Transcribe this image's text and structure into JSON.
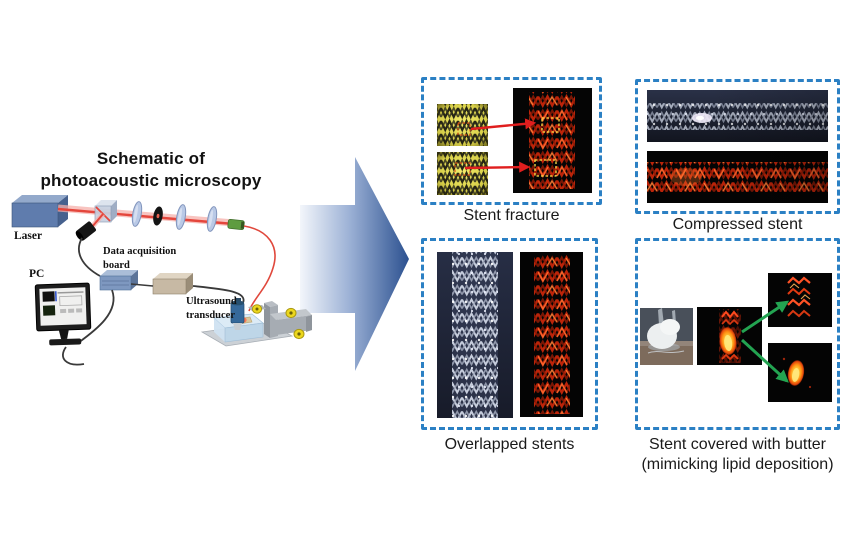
{
  "figure": {
    "title": {
      "line1": "Schematic of",
      "line2": "photoacoustic microscopy"
    },
    "schematic": {
      "laser_label": "Laser",
      "pc_label": "PC",
      "daq_label_line1": "Data acquisition",
      "daq_label_line2": "board",
      "transducer_label_line1": "Ultrasound",
      "transducer_label_line2": "transducer"
    },
    "panels": [
      {
        "id": "stent-fracture",
        "label": "Stent fracture"
      },
      {
        "id": "compressed-stent",
        "label": "Compressed stent"
      },
      {
        "id": "overlapped-stents",
        "label": "Overlapped stents"
      },
      {
        "id": "stent-covered-with-butter",
        "label": "Stent covered with butter",
        "sublabel": "(mimicking lipid deposition)"
      }
    ],
    "colors": {
      "panel_border_blue": "#2b80c4",
      "flow_arrow_dark_blue": "#2c5190",
      "flow_arrow_light_blue": "#f3f6fb",
      "photoacoustic_red": "#bc2409",
      "annotation_arrow_red": "#e01e1e",
      "annotation_arrow_green": "#23a351",
      "laser_beam_red": "#e4463c",
      "optics_lens_blue": "#b9c9e6",
      "microscope_yellow": "#d8d04a"
    }
  }
}
